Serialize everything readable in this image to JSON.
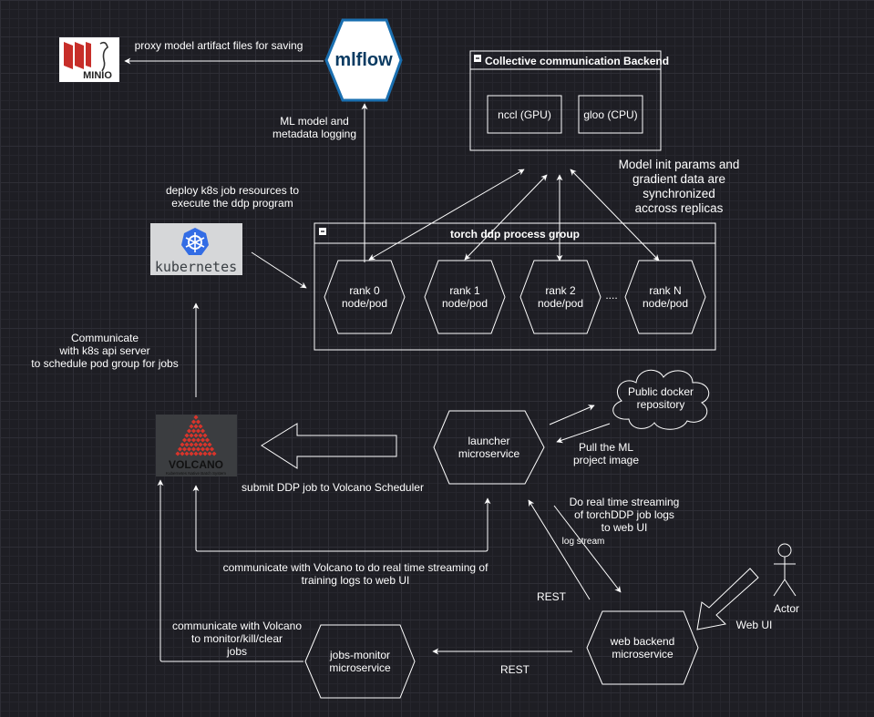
{
  "colors": {
    "stroke": "#ffffff",
    "background": "#1e1e24",
    "minio_red": "#c72e29",
    "volcano_red": "#d9342b",
    "k8s_blue": "#326ce5",
    "mlflow_blue": "#0194e2"
  },
  "logos": {
    "minio": "MINIO",
    "mlflow": "mlflow",
    "kubernetes": "kubernetes",
    "volcano": "VOLCANO",
    "volcano_tagline": "Kubernetes Native Batch System"
  },
  "labels": {
    "proxy_artifacts": "proxy model artifact files for saving",
    "ml_logging": "ML model and\nmetadata logging",
    "deploy_k8s": "deploy k8s job resources to\nexecute the ddp program",
    "communicate_k8s": "Communicate\nwith k8s api server\nto schedule pod group for jobs",
    "submit_ddp": "submit DDP job to Volcano Scheduler",
    "stream_volcano": "communicate with Volcano to do real time streaming of\ntraining logs to web UI",
    "monitor_volcano": "communicate with Volcano\nto monitor/kill/clear\njobs",
    "rest_1": "REST",
    "rest_2": "REST",
    "log_stream": "log stream",
    "realtime_stream": "Do real time streaming\nof torchDDP job logs\nto web UI",
    "pull_image": "Pull the ML\nproject image",
    "web_ui": "Web UI",
    "actor": "Actor",
    "sync_params": "Model init params and\ngradient data are\nsynchronized\naccross replicas",
    "ellipsis": "...."
  },
  "containers": {
    "backend_title": "Collective communication Backend",
    "process_group_title": "torch ddp process group"
  },
  "backends": [
    {
      "label": "nccl (GPU)"
    },
    {
      "label": "gloo (CPU)"
    }
  ],
  "ranks": [
    {
      "label": "rank 0\nnode/pod"
    },
    {
      "label": "rank 1\nnode/pod"
    },
    {
      "label": "rank 2\nnode/pod"
    },
    {
      "label": "rank N\nnode/pod"
    }
  ],
  "services": {
    "launcher": "launcher\nmicroservice",
    "web_backend": "web backend\nmicroservice",
    "jobs_monitor": "jobs-monitor\nmicroservice",
    "docker_repo": "Public docker\nrepository"
  },
  "icons": [
    "minio-logo-icon",
    "mlflow-logo-icon",
    "kubernetes-logo-icon",
    "volcano-logo-icon",
    "actor-icon",
    "cloud-icon",
    "collapse-icon"
  ]
}
